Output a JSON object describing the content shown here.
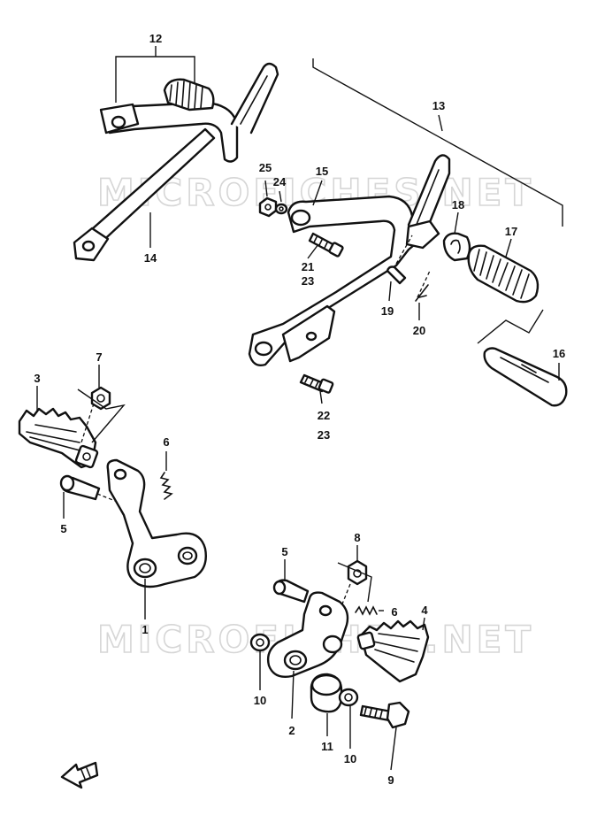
{
  "watermark": {
    "upper": "MICROFICHES.NET",
    "lower": "MICROFICHES.NET"
  },
  "labels": {
    "p1": "1",
    "p2": "2",
    "p3": "3",
    "p4": "4",
    "p5a": "5",
    "p5b": "5",
    "p6a": "6",
    "p6b": "6",
    "p7": "7",
    "p8": "8",
    "p9": "9",
    "p10a": "10",
    "p10b": "10",
    "p11": "11",
    "p12": "12",
    "p13": "13",
    "p14": "14",
    "p15": "15",
    "p16": "16",
    "p17": "17",
    "p18": "18",
    "p19": "19",
    "p20": "20",
    "p21": "21",
    "p22": "22",
    "p23a": "23",
    "p23b": "23",
    "p24": "24",
    "p25": "25"
  }
}
